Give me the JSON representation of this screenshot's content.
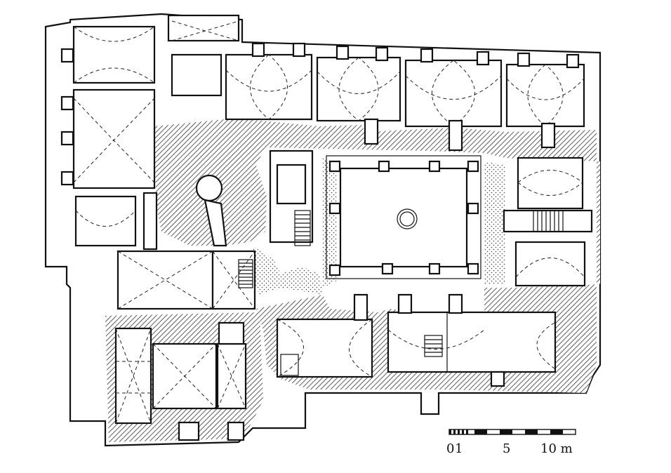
{
  "scale_bar": {
    "label_start": "0",
    "label_one": "1",
    "label_five": "5",
    "label_ten": "10 m"
  }
}
